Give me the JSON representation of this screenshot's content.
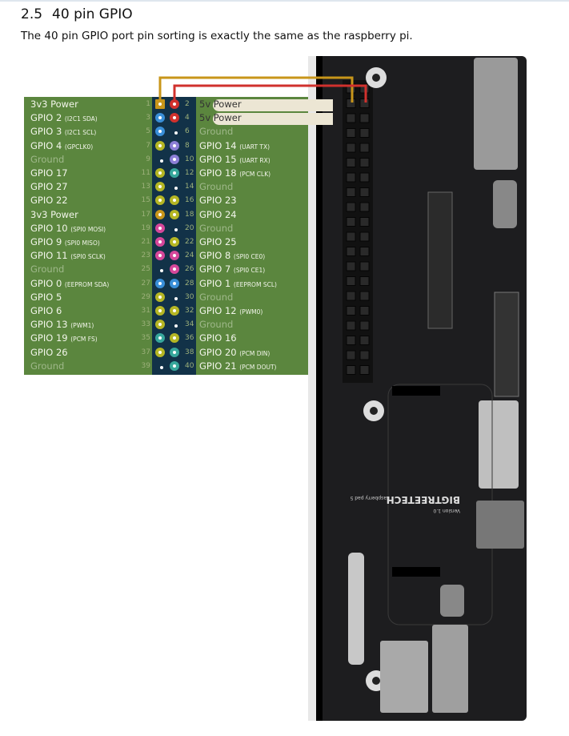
{
  "heading": {
    "number": "2.5",
    "title": "40 pin GPIO"
  },
  "description": "The 40 pin GPIO port pin sorting is exactly the same as the raspberry pi.",
  "colors": {
    "panel": "#5b863e",
    "column": "#123248",
    "power3v3": "#c8961a",
    "power5v": "#d0312d",
    "i2c": "#3a8fd8",
    "gpio": "#b5b624",
    "uart": "#8c7fd6",
    "pcm": "#37a79c",
    "spi": "#d6479a",
    "ground": "#0e1b25"
  },
  "pins": [
    {
      "l": {
        "n": 1,
        "name": "3v3 Power",
        "sub": "",
        "type": "power3v3"
      },
      "r": {
        "n": 2,
        "name": "5v Power",
        "sub": "",
        "type": "power5v"
      }
    },
    {
      "l": {
        "n": 3,
        "name": "GPIO 2",
        "sub": "(I2C1 SDA)",
        "type": "i2c"
      },
      "r": {
        "n": 4,
        "name": "5v Power",
        "sub": "",
        "type": "power5v"
      }
    },
    {
      "l": {
        "n": 5,
        "name": "GPIO 3",
        "sub": "(I2C1 SCL)",
        "type": "i2c"
      },
      "r": {
        "n": 6,
        "name": "Ground",
        "sub": "",
        "type": "ground"
      }
    },
    {
      "l": {
        "n": 7,
        "name": "GPIO 4",
        "sub": "(GPCLK0)",
        "type": "gpio"
      },
      "r": {
        "n": 8,
        "name": "GPIO 14",
        "sub": "(UART TX)",
        "type": "uart"
      }
    },
    {
      "l": {
        "n": 9,
        "name": "Ground",
        "sub": "",
        "type": "ground"
      },
      "r": {
        "n": 10,
        "name": "GPIO 15",
        "sub": "(UART RX)",
        "type": "uart"
      }
    },
    {
      "l": {
        "n": 11,
        "name": "GPIO 17",
        "sub": "",
        "type": "gpio"
      },
      "r": {
        "n": 12,
        "name": "GPIO 18",
        "sub": "(PCM CLK)",
        "type": "pcm"
      }
    },
    {
      "l": {
        "n": 13,
        "name": "GPIO 27",
        "sub": "",
        "type": "gpio"
      },
      "r": {
        "n": 14,
        "name": "Ground",
        "sub": "",
        "type": "ground"
      }
    },
    {
      "l": {
        "n": 15,
        "name": "GPIO 22",
        "sub": "",
        "type": "gpio"
      },
      "r": {
        "n": 16,
        "name": "GPIO 23",
        "sub": "",
        "type": "gpio"
      }
    },
    {
      "l": {
        "n": 17,
        "name": "3v3 Power",
        "sub": "",
        "type": "power3v3"
      },
      "r": {
        "n": 18,
        "name": "GPIO 24",
        "sub": "",
        "type": "gpio"
      }
    },
    {
      "l": {
        "n": 19,
        "name": "GPIO 10",
        "sub": "(SPI0 MOSI)",
        "type": "spi"
      },
      "r": {
        "n": 20,
        "name": "Ground",
        "sub": "",
        "type": "ground"
      }
    },
    {
      "l": {
        "n": 21,
        "name": "GPIO 9",
        "sub": "(SPI0 MISO)",
        "type": "spi"
      },
      "r": {
        "n": 22,
        "name": "GPIO 25",
        "sub": "",
        "type": "gpio"
      }
    },
    {
      "l": {
        "n": 23,
        "name": "GPIO 11",
        "sub": "(SPI0 SCLK)",
        "type": "spi"
      },
      "r": {
        "n": 24,
        "name": "GPIO 8",
        "sub": "(SPI0 CE0)",
        "type": "spi"
      }
    },
    {
      "l": {
        "n": 25,
        "name": "Ground",
        "sub": "",
        "type": "ground"
      },
      "r": {
        "n": 26,
        "name": "GPIO 7",
        "sub": "(SPI0 CE1)",
        "type": "spi"
      }
    },
    {
      "l": {
        "n": 27,
        "name": "GPIO 0",
        "sub": "(EEPROM SDA)",
        "type": "i2c"
      },
      "r": {
        "n": 28,
        "name": "GPIO 1",
        "sub": "(EEPROM SCL)",
        "type": "i2c"
      }
    },
    {
      "l": {
        "n": 29,
        "name": "GPIO 5",
        "sub": "",
        "type": "gpio"
      },
      "r": {
        "n": 30,
        "name": "Ground",
        "sub": "",
        "type": "ground"
      }
    },
    {
      "l": {
        "n": 31,
        "name": "GPIO 6",
        "sub": "",
        "type": "gpio"
      },
      "r": {
        "n": 32,
        "name": "GPIO 12",
        "sub": "(PWM0)",
        "type": "gpio"
      }
    },
    {
      "l": {
        "n": 33,
        "name": "GPIO 13",
        "sub": "(PWM1)",
        "type": "gpio"
      },
      "r": {
        "n": 34,
        "name": "Ground",
        "sub": "",
        "type": "ground"
      }
    },
    {
      "l": {
        "n": 35,
        "name": "GPIO 19",
        "sub": "(PCM FS)",
        "type": "pcm"
      },
      "r": {
        "n": 36,
        "name": "GPIO 16",
        "sub": "",
        "type": "gpio"
      }
    },
    {
      "l": {
        "n": 37,
        "name": "GPIO 26",
        "sub": "",
        "type": "gpio"
      },
      "r": {
        "n": 38,
        "name": "GPIO 20",
        "sub": "(PCM DIN)",
        "type": "pcm"
      }
    },
    {
      "l": {
        "n": 39,
        "name": "Ground",
        "sub": "",
        "type": "ground"
      },
      "r": {
        "n": 40,
        "name": "GPIO 21",
        "sub": "(PCM DOUT)",
        "type": "pcm"
      }
    }
  ],
  "board": {
    "brand": "BIGTREETECH",
    "model": "Raspberry pad 5",
    "version": "Version 1.0"
  }
}
